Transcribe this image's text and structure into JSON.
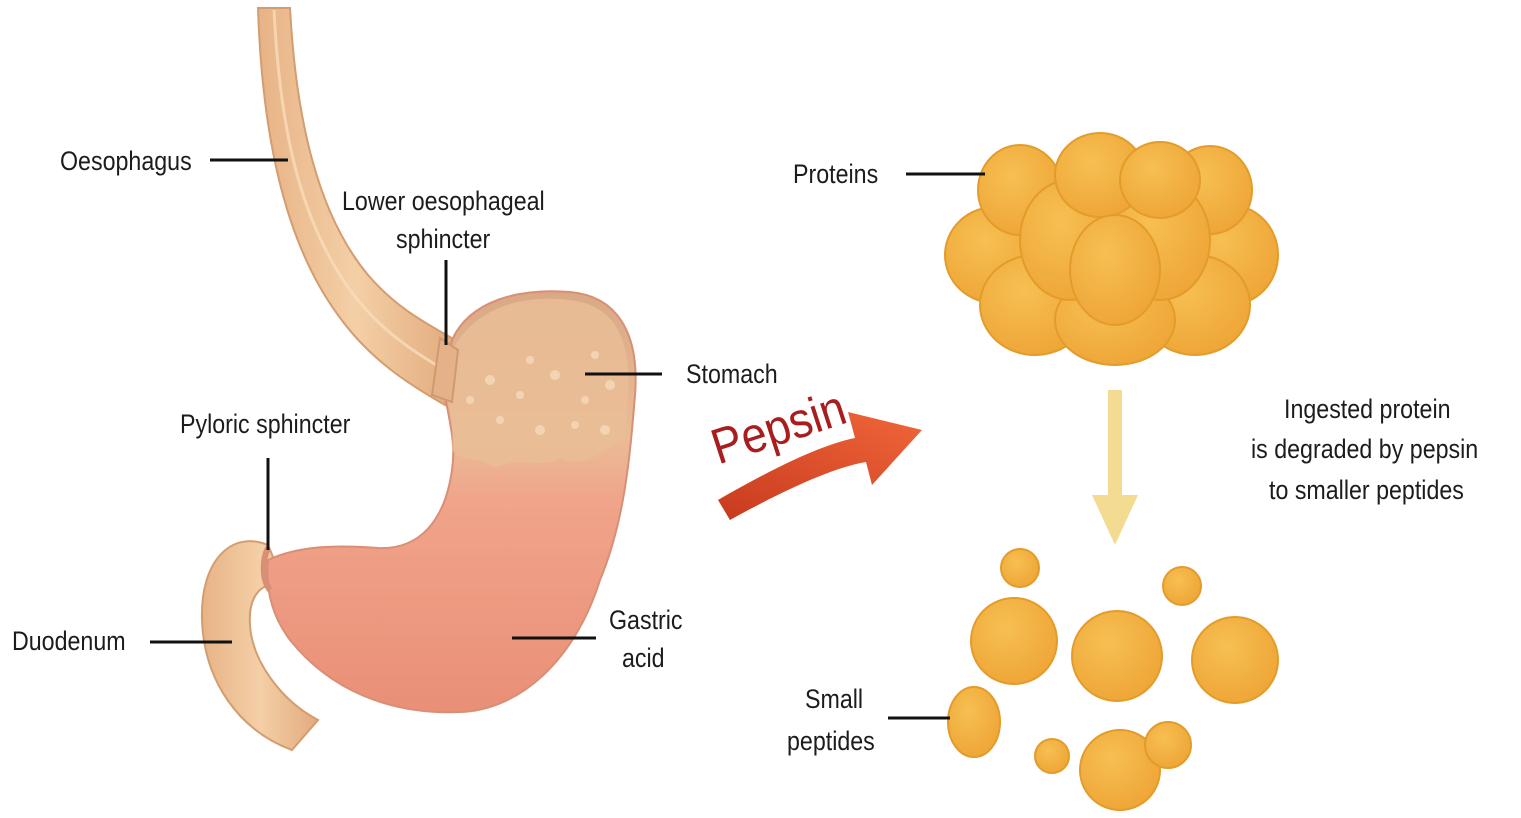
{
  "labels": {
    "oesophagus": "Oesophagus",
    "lower_sphincter_line1": "Lower oesophageal",
    "lower_sphincter_line2": "sphincter",
    "stomach": "Stomach",
    "pyloric_sphincter": "Pyloric sphincter",
    "duodenum": "Duodenum",
    "gastric_line1": "Gastric",
    "gastric_line2": "acid",
    "pepsin": "Pepsin",
    "proteins": "Proteins",
    "small_line1": "Small",
    "small_line2": "peptides",
    "caption_line1": "Ingested protein",
    "caption_line2": "is degraded by pepsin",
    "caption_line3": "to smaller peptides"
  },
  "colors": {
    "tube": "#f0c598",
    "tube_edge": "#d8a274",
    "stomach_body": "#ef9c84",
    "stomach_top": "#e6b88f",
    "protein": "#f3b040",
    "protein_edge": "#e09a22",
    "pepsin_arrow": "#e2542c",
    "down_arrow": "#f2d88a",
    "leader": "#111111"
  }
}
